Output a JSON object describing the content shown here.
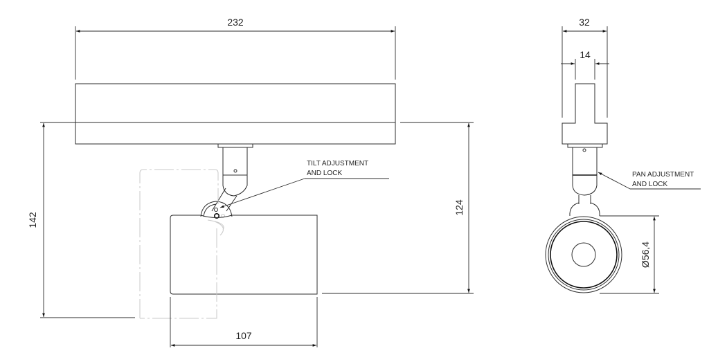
{
  "drawing": {
    "side_view": {
      "dimensions": {
        "overall_length": "232",
        "total_height": "142",
        "head_height": "124",
        "head_length": "107"
      },
      "annotations": {
        "tilt_line1": "TILT ADJUSTMENT",
        "tilt_line2": "AND LOCK"
      }
    },
    "front_view": {
      "dimensions": {
        "adapter_width": "32",
        "adapter_neck_width": "14",
        "head_diameter": "Ø56,4"
      },
      "annotations": {
        "pan_line1": "PAN ADJUSTMENT",
        "pan_line2": "AND LOCK"
      }
    },
    "colors": {
      "line": "#2b2b2b",
      "ghost_line": "#c9c9c9",
      "background": "#ffffff"
    }
  }
}
